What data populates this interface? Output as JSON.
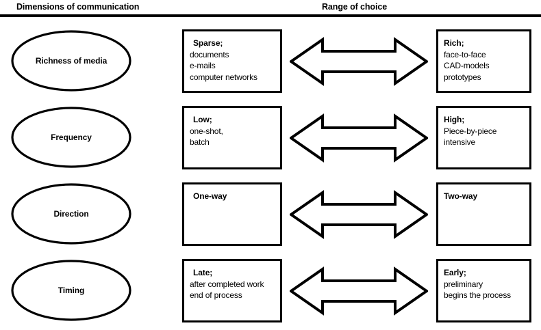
{
  "header": {
    "left_title": "Dimensions of communication",
    "right_title": "Range of choice"
  },
  "rows": [
    {
      "dimension": "Richness of media",
      "arrow_icon": "double-headed-arrow",
      "low": {
        "head": "Sparse;",
        "lines": [
          "documents",
          "e-mails",
          "computer networks"
        ]
      },
      "high": {
        "head": "Rich;",
        "lines": [
          "face-to-face",
          "CAD-models",
          "prototypes"
        ]
      }
    },
    {
      "dimension": "Frequency",
      "arrow_icon": "double-headed-arrow",
      "low": {
        "head": "Low;",
        "lines": [
          "one-shot,",
          "batch"
        ]
      },
      "high": {
        "head": "High;",
        "lines": [
          "Piece-by-piece",
          "intensive"
        ]
      }
    },
    {
      "dimension": "Direction",
      "arrow_icon": "double-headed-arrow",
      "low": {
        "head": "One-way",
        "lines": []
      },
      "high": {
        "head": "Two-way",
        "lines": []
      }
    },
    {
      "dimension": "Timing",
      "arrow_icon": "double-headed-arrow",
      "low": {
        "head": "Late;",
        "lines": [
          "after completed work",
          "end of process"
        ]
      },
      "high": {
        "head": "Early;",
        "lines": [
          "preliminary",
          "begins the process"
        ]
      }
    }
  ],
  "colors": {
    "stroke": "#000000",
    "background": "#ffffff",
    "text": "#000000"
  }
}
